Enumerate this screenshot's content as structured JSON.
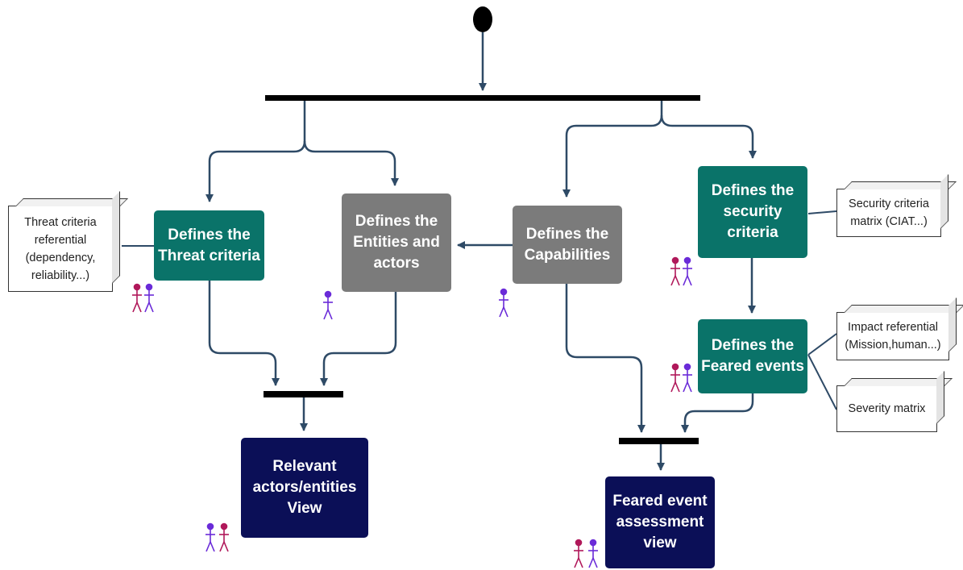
{
  "nodes": {
    "threat_criteria": "Defines the\nThreat criteria",
    "entities_actors": "Defines the\nEntities and\nactors",
    "capabilities": "Defines the\nCapabilities",
    "security_criteria": "Defines the\nsecurity\ncriteria",
    "feared_events": "Defines the\nFeared events",
    "relevant_view": "Relevant\nactors/entities\nView",
    "feared_assessment": "Feared event\nassessment\nview"
  },
  "notes": {
    "threat_referential": "Threat criteria\nreferential\n(dependency,\nreliability...)",
    "security_matrix": "Security criteria\nmatrix (CIAT...)",
    "impact_referential": "Impact referential\n(Mission,human...)",
    "severity_matrix": "Severity matrix"
  },
  "colors": {
    "teal": "#0a7369",
    "gray": "#7b7b7b",
    "navy": "#0b0f57",
    "arrow": "#2e4a66",
    "actor_magenta": "#b0185a",
    "actor_purple": "#6a2bd8"
  }
}
